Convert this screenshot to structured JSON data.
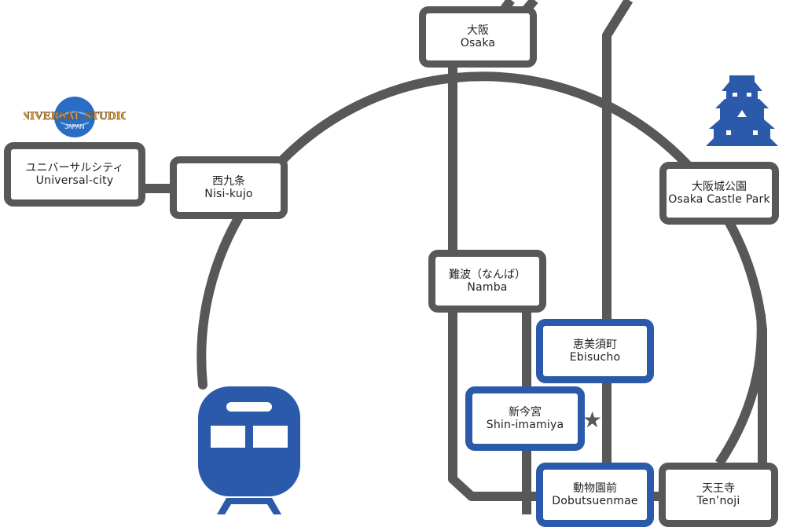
{
  "colors": {
    "line_gray": "#585858",
    "accent_blue": "#2b5aaa",
    "logo_gold": "#d8a44a",
    "logo_globe": "#2a6dc4",
    "background": "#ffffff"
  },
  "logo": {
    "line1": "UNIVERSAL STUDIOS",
    "line2": "JAPAN",
    "icon": "usj-globe-logo"
  },
  "stations": {
    "osaka": {
      "jp": "大阪",
      "en": "Osaka",
      "style": "gray"
    },
    "universal_city": {
      "jp": "ユニバーサルシティ",
      "en": "Universal-city",
      "style": "gray"
    },
    "nishikujo": {
      "jp": "西九条",
      "en": "Nisi-kujo",
      "style": "gray"
    },
    "osaka_castle_park": {
      "jp": "大阪城公園",
      "en": "Osaka Castle Park",
      "style": "gray"
    },
    "namba": {
      "jp": "難波（なんば）",
      "en": "Namba",
      "style": "gray"
    },
    "ebisucho": {
      "jp": "恵美須町",
      "en": "Ebisucho",
      "style": "blue"
    },
    "shin_imamiya": {
      "jp": "新今宮",
      "en": "Shin-imamiya",
      "style": "blue"
    },
    "dobutsuenmae": {
      "jp": "動物園前",
      "en": "Dobutsuenmae",
      "style": "blue"
    },
    "tennoji": {
      "jp": "天王寺",
      "en": "Ten’noji",
      "style": "gray"
    }
  },
  "icons": {
    "castle": "osaka-castle-icon",
    "train": "train-icon",
    "star": "★"
  }
}
